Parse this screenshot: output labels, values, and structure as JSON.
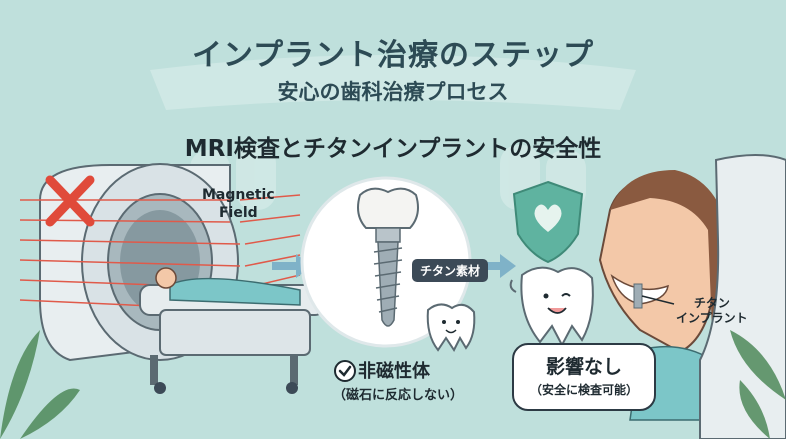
{
  "title": "インプラント治療のステップ",
  "subtitle": "安心の歯科治療プロセス",
  "heading": "MRI検査とチタンインプラントの安全性",
  "mri_panel": {
    "field_label_line1": "Magnetic",
    "field_label_line2": "Field"
  },
  "implant_panel": {
    "material_badge": "チタン素材",
    "property_title": "非磁性体",
    "property_note": "（磁石に反応しない）"
  },
  "patient_panel": {
    "implant_label_line1": "チタン",
    "implant_label_line2": "インプラント",
    "callout_title": "影響なし",
    "callout_note": "（安全に検査可能）"
  },
  "colors": {
    "background": "#bfe0dc",
    "title_text": "#2d4b55",
    "cross_mark": "#e04a3a",
    "field_arrows": "#e05a4a",
    "shield": "#5fb3a0",
    "badge_bg": "#3c4a57"
  },
  "icons": [
    "cross-icon",
    "checkmark-icon",
    "shield-heart-icon",
    "arrow-right-icon",
    "leaf-icon"
  ]
}
